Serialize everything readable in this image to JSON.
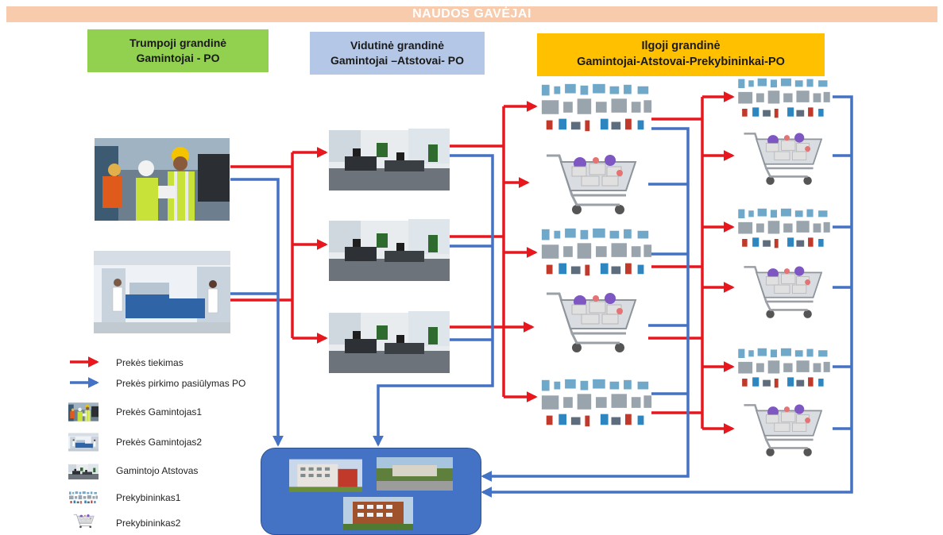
{
  "banner": "NAUDOS GAVĖJAI",
  "headers": {
    "short": {
      "line1": "Trumpoji grandinė",
      "line2": "Gamintojai - PO"
    },
    "mid": {
      "line1": "Vidutinė grandinė",
      "line2": "Gamintojai –Atstovai- PO"
    },
    "long": {
      "line1": "Ilgoji grandinė",
      "line2": "Gamintojai-Atstovai-Prekybininkai-PO"
    }
  },
  "legend": [
    {
      "label": "Prekės tiekimas",
      "icon": "red-arrow-icon"
    },
    {
      "label": "Prekės pirkimo pasiūlymas PO",
      "icon": "blue-arrow-icon"
    },
    {
      "label": "Prekės Gamintojas1",
      "icon": "workers-photo"
    },
    {
      "label": "Prekės Gamintojas2",
      "icon": "lab-photo"
    },
    {
      "label": "Gamintojo Atstovas",
      "icon": "office-photo"
    },
    {
      "label": "Prekybininkas1",
      "icon": "medical-devices-photo"
    },
    {
      "label": "Prekybininkas2",
      "icon": "shopping-cart-photo"
    }
  ],
  "colors": {
    "supply": "#e8171e",
    "purchase": "#4472c4",
    "banner": "#f8cbad",
    "short": "#92d050",
    "mid": "#b4c7e7",
    "long": "#ffc000"
  }
}
